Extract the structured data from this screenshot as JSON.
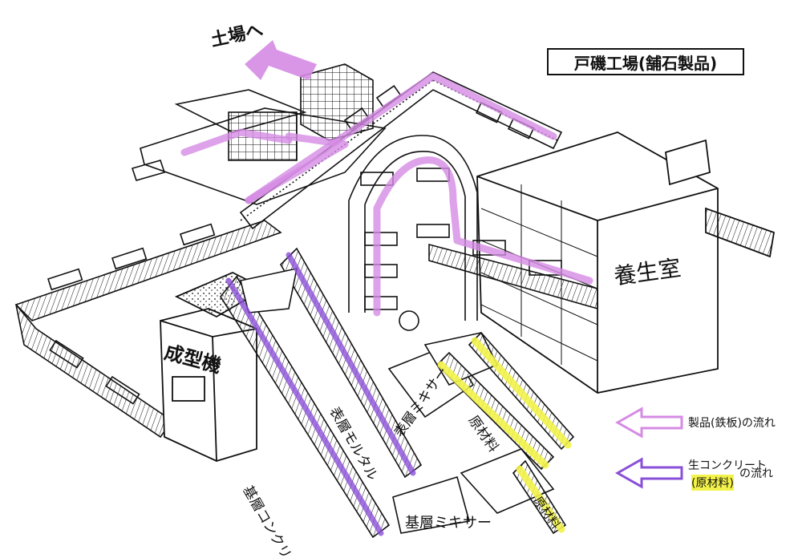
{
  "title": "戸磯工場(舗石製品)",
  "labels": {
    "to_field": "土場へ",
    "curing_room": "養生室",
    "forming_machine": "成型機",
    "base_concrete": "基層コンクリート",
    "surface_mortar": "表層モルタル",
    "surface_mixer": "表層ミキサー",
    "raw_material_1": "原材料",
    "raw_material_2": "原材料",
    "base_mixer": "基層ミキサー"
  },
  "legend": [
    {
      "label": "製品(鉄板)の流れ",
      "color": "#d58be3"
    },
    {
      "label": "生コンクリート",
      "sublabel": "(原材料)",
      "suffix": "の流れ",
      "color": "#8a4fd8",
      "subcolor": "#f2f24a"
    }
  ],
  "colors": {
    "product_flow": "#d58be3",
    "concrete_flow": "#8a4fd8",
    "raw_flow": "#f2f24a",
    "ink": "#111111"
  }
}
